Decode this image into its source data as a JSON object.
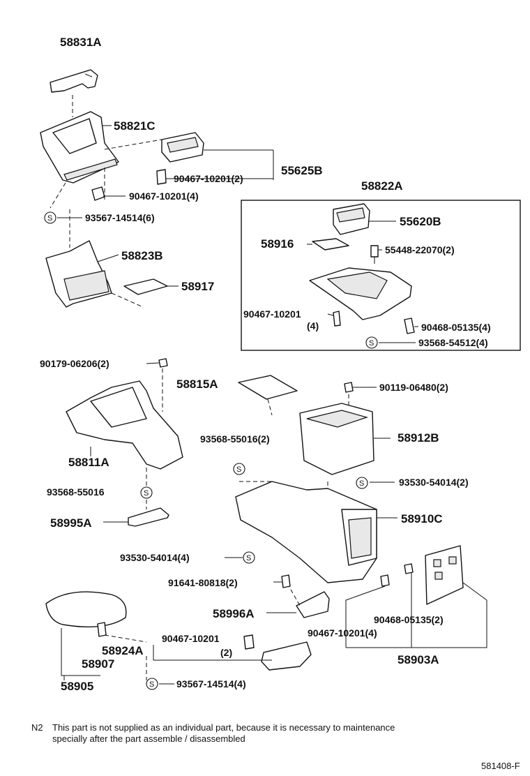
{
  "labels": {
    "p58831A": "58831A",
    "p58821C": "58821C",
    "p55625B": "55625B",
    "p90467_1": "90467-10201(2)",
    "p90467_2": "90467-10201(4)",
    "p93567_1": "93567-14514(6)",
    "p58823B": "58823B",
    "p58917": "58917",
    "p58822A": "58822A",
    "p55620B": "55620B",
    "p58916": "58916",
    "p55448": "55448-22070(2)",
    "p90467_3": "90467-10201",
    "p90467_3q": "(4)",
    "p90468_1": "90468-05135(4)",
    "p93568_1": "93568-54512(4)",
    "p90179": "90179-06206(2)",
    "p58815A": "58815A",
    "p90119": "90119-06480(2)",
    "p58811A": "58811A",
    "p93568_2": "93568-55016(2)",
    "p58912B": "58912B",
    "p93530_1": "93530-54014(2)",
    "p93568_3": "93568-55016",
    "p58995A": "58995A",
    "p58910C": "58910C",
    "p93530_2": "93530-54014(4)",
    "p91641": "91641-80818(2)",
    "p58996A": "58996A",
    "p90468_2": "90468-05135(2)",
    "p90467_4": "90467-10201(4)",
    "p58903A": "58903A",
    "p90467_5": "90467-10201",
    "p90467_5q": "(2)",
    "p58924A": "58924A",
    "p58907": "58907",
    "p58905": "58905",
    "p93567_2": "93567-14514(4)"
  },
  "symbol_letter": "S",
  "note": {
    "code": "N2",
    "line1": "This part is not supplied as an individual part, because it is necessary to maintenance",
    "line2": "specially after the part assemble / disassembled"
  },
  "figure_code": "581408-F"
}
